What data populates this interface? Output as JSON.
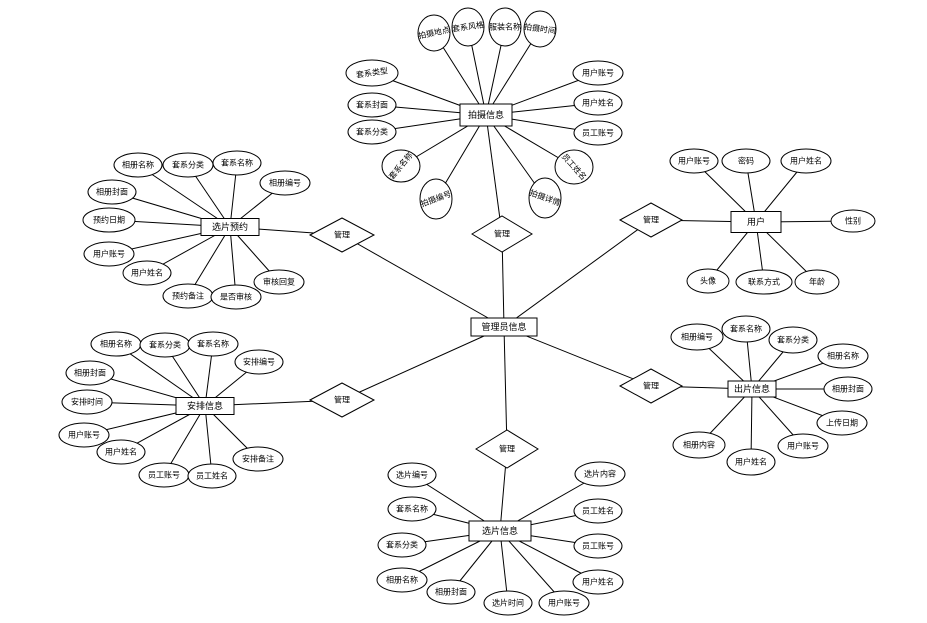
{
  "center": {
    "label": "管理员信息"
  },
  "relations": {
    "top": "管理",
    "left_upper": "管理",
    "left_lower": "管理",
    "right_upper": "管理",
    "right_lower": "管理",
    "bottom": "管理"
  },
  "entities": {
    "shoot": {
      "label": "拍摄信息",
      "attrs": [
        "拍摄地点",
        "套系风格",
        "服装名称",
        "拍摄时间",
        "套系类型",
        "套系封面",
        "套系分类",
        "套系名称",
        "拍摄编号",
        "拍摄详情",
        "员工姓名",
        "用户账号",
        "用户姓名",
        "员工账号"
      ]
    },
    "select": {
      "label": "选片预约",
      "attrs": [
        "相册名称",
        "套系分类",
        "套系名称",
        "相册编号",
        "相册封面",
        "预约日期",
        "用户账号",
        "用户姓名",
        "预约备注",
        "是否审核",
        "审核回复"
      ]
    },
    "user": {
      "label": "用户",
      "attrs": [
        "用户账号",
        "密码",
        "用户姓名",
        "性别",
        "头像",
        "联系方式",
        "年龄"
      ]
    },
    "arrange": {
      "label": "安排信息",
      "attrs": [
        "相册名称",
        "套系分类",
        "套系名称",
        "安排编号",
        "相册封面",
        "安排时间",
        "用户账号",
        "用户姓名",
        "员工账号",
        "员工姓名",
        "安排备注"
      ]
    },
    "release": {
      "label": "出片信息",
      "attrs": [
        "相册编号",
        "套系名称",
        "套系分类",
        "相册名称",
        "相册封面",
        "上传日期",
        "相册内容",
        "用户姓名",
        "用户账号"
      ]
    },
    "picked": {
      "label": "选片信息",
      "attrs": [
        "选片编号",
        "套系名称",
        "套系分类",
        "相册名称",
        "相册封面",
        "选片时间",
        "用户账号",
        "用户姓名",
        "员工账号",
        "员工姓名",
        "选片内容"
      ]
    }
  }
}
